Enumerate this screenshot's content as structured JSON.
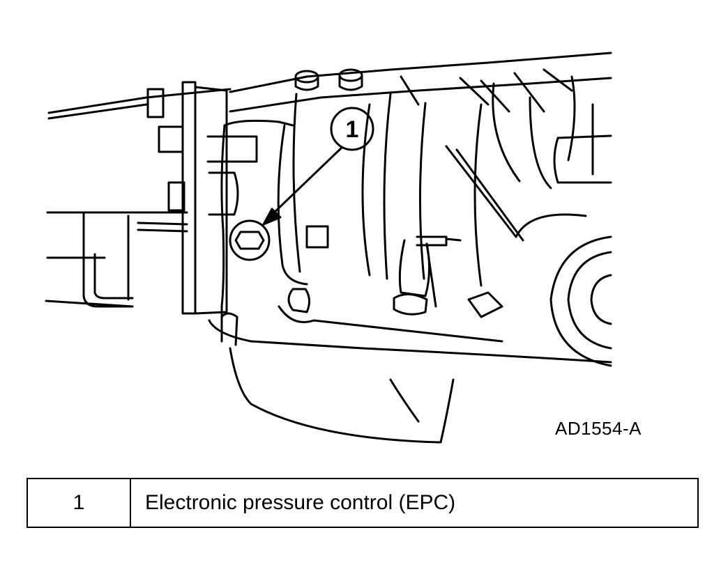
{
  "callout": {
    "number": "1"
  },
  "figure": {
    "id": "AD1554-A"
  },
  "legend": {
    "rows": [
      {
        "number": "1",
        "description": "Electronic pressure control (EPC)"
      }
    ]
  }
}
